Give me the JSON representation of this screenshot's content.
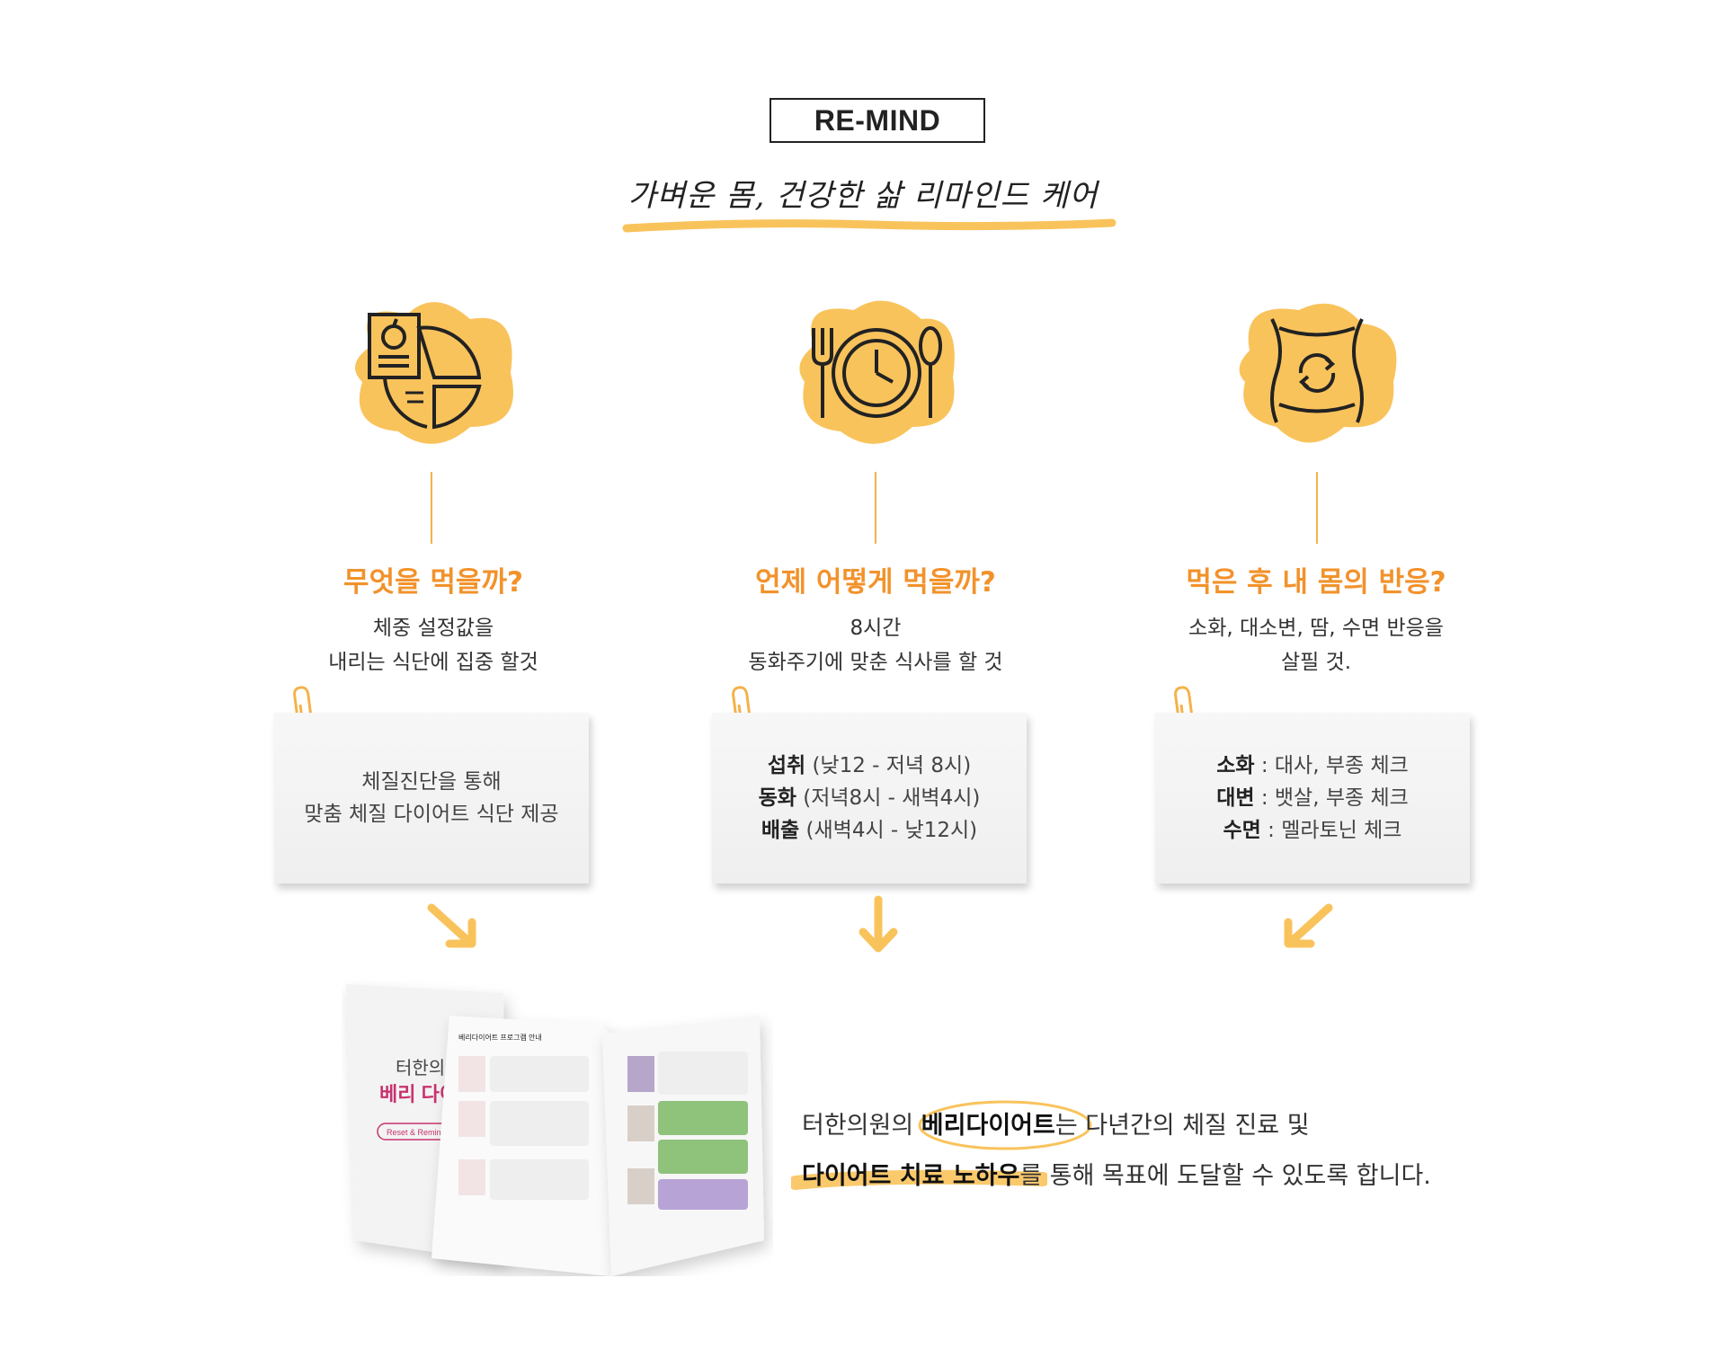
{
  "badge": "RE-MIND",
  "headline": "가벼운 몸, 건강한 삶 리마인드 케어",
  "columns": [
    {
      "icon": "diet-plate-icon",
      "title": "무엇을 먹을까?",
      "desc_line1": "체중 설정값을",
      "desc_line2": "내리는 식단에 집중 할것",
      "card_line1": "체질진단을 통해",
      "card_line2": "맞춤 체질 다이어트 식단 제공"
    },
    {
      "icon": "meal-clock-icon",
      "title": "언제 어떻게 먹을까?",
      "desc_line1": "8시간",
      "desc_line2": "동화주기에 맞춘 식사를 할 것",
      "card_rows": [
        {
          "label": "섭취",
          "text": " (낮12 - 저녁 8시)"
        },
        {
          "label": "동화",
          "text": " (저녁8시 - 새벽4시)"
        },
        {
          "label": "배출",
          "text": " (새벽4시 - 낮12시)"
        }
      ]
    },
    {
      "icon": "body-cycle-icon",
      "title": "먹은 후 내 몸의 반응?",
      "desc_line1": "소화, 대소변, 땀, 수면 반응을",
      "desc_line2": "살필 것.",
      "card_rows": [
        {
          "label": "소화",
          "text": " : 대사, 부종 체크"
        },
        {
          "label": "대변",
          "text": " : 뱃살, 부종 체크"
        },
        {
          "label": "수면",
          "text": " : 멜라토닌 체크"
        }
      ]
    }
  ],
  "booklet": {
    "cover_line1": "터한의원",
    "cover_line2": "베리 다이어",
    "cover_tag": "Reset & Remind your",
    "page_title": "베리다이어트 프로그램 안내"
  },
  "bottom": {
    "line1_pre": "터한의원의 ",
    "line1_bold": "베리다이어트",
    "line1_post": "는 다년간의 체질 진료 및",
    "line2_bold": "다이어트 치료 노하우",
    "line2_post": "를 통해 목표에 도달할 수 있도록 합니다."
  },
  "colors": {
    "accent_orange": "#f2922b",
    "blob_yellow": "#f9c35c",
    "line_orange": "#f4b24a"
  }
}
